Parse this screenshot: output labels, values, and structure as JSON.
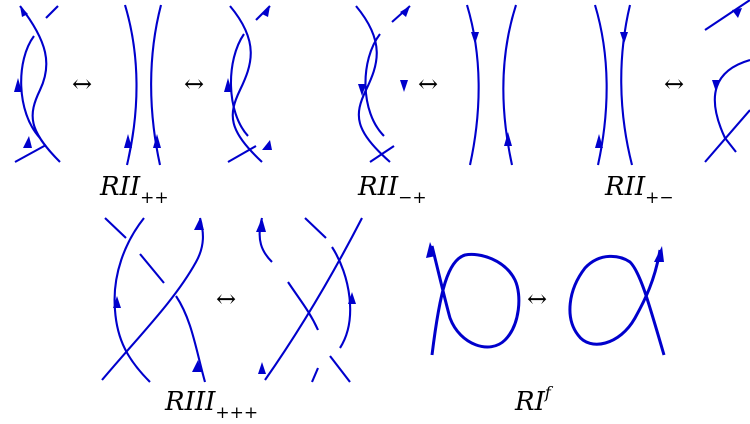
{
  "equivalence_symbol": "↔",
  "moves": [
    {
      "id": "rii-pp",
      "label_main": "RII",
      "label_sub": "++",
      "label_sup": ""
    },
    {
      "id": "rii-mp",
      "label_main": "RII",
      "label_sub": "−+",
      "label_sup": ""
    },
    {
      "id": "rii-pm",
      "label_main": "RII",
      "label_sub": "+−",
      "label_sup": ""
    },
    {
      "id": "riii-ppp",
      "label_main": "RIII",
      "label_sub": "+++",
      "label_sup": ""
    },
    {
      "id": "ri-f",
      "label_main": "RI",
      "label_sub": "",
      "label_sup": "f"
    }
  ],
  "colors": {
    "strand": "#0000cc",
    "text": "#000000",
    "background": "#ffffff"
  }
}
